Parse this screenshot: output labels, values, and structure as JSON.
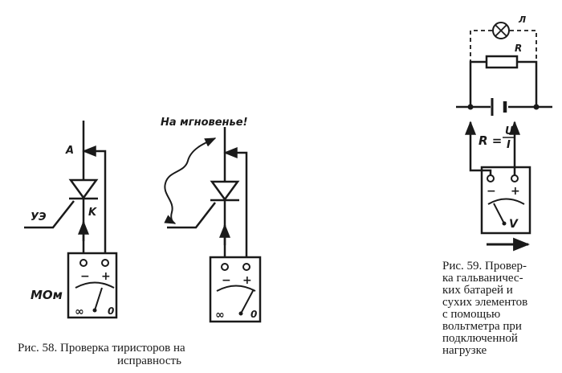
{
  "fig58": {
    "label_A": "A",
    "label_K": "K",
    "label_UE": "УЭ",
    "label_meter": "МОм",
    "label_flash": "На мгновенье!",
    "meter_minus": "−",
    "meter_plus": "+",
    "scale_inf": "∞",
    "scale_zero": "0",
    "caption_line1": "Рис.  58. Проверка  тиристоров  на",
    "caption_line2": "исправность"
  },
  "fig59": {
    "label_lamp": "Л",
    "label_R": "R",
    "formula_left": "R =",
    "formula_num": "U",
    "formula_den": "I",
    "meter_minus": "−",
    "meter_plus": "+",
    "meter_unit": "V",
    "caption_lines": [
      "Рис. 59. Провер-",
      "ка  гальваничес-",
      "ких  батарей  и",
      "сухих элементов",
      "с          помощью",
      "вольтметра  при",
      "подключенной",
      "нагрузке"
    ]
  }
}
